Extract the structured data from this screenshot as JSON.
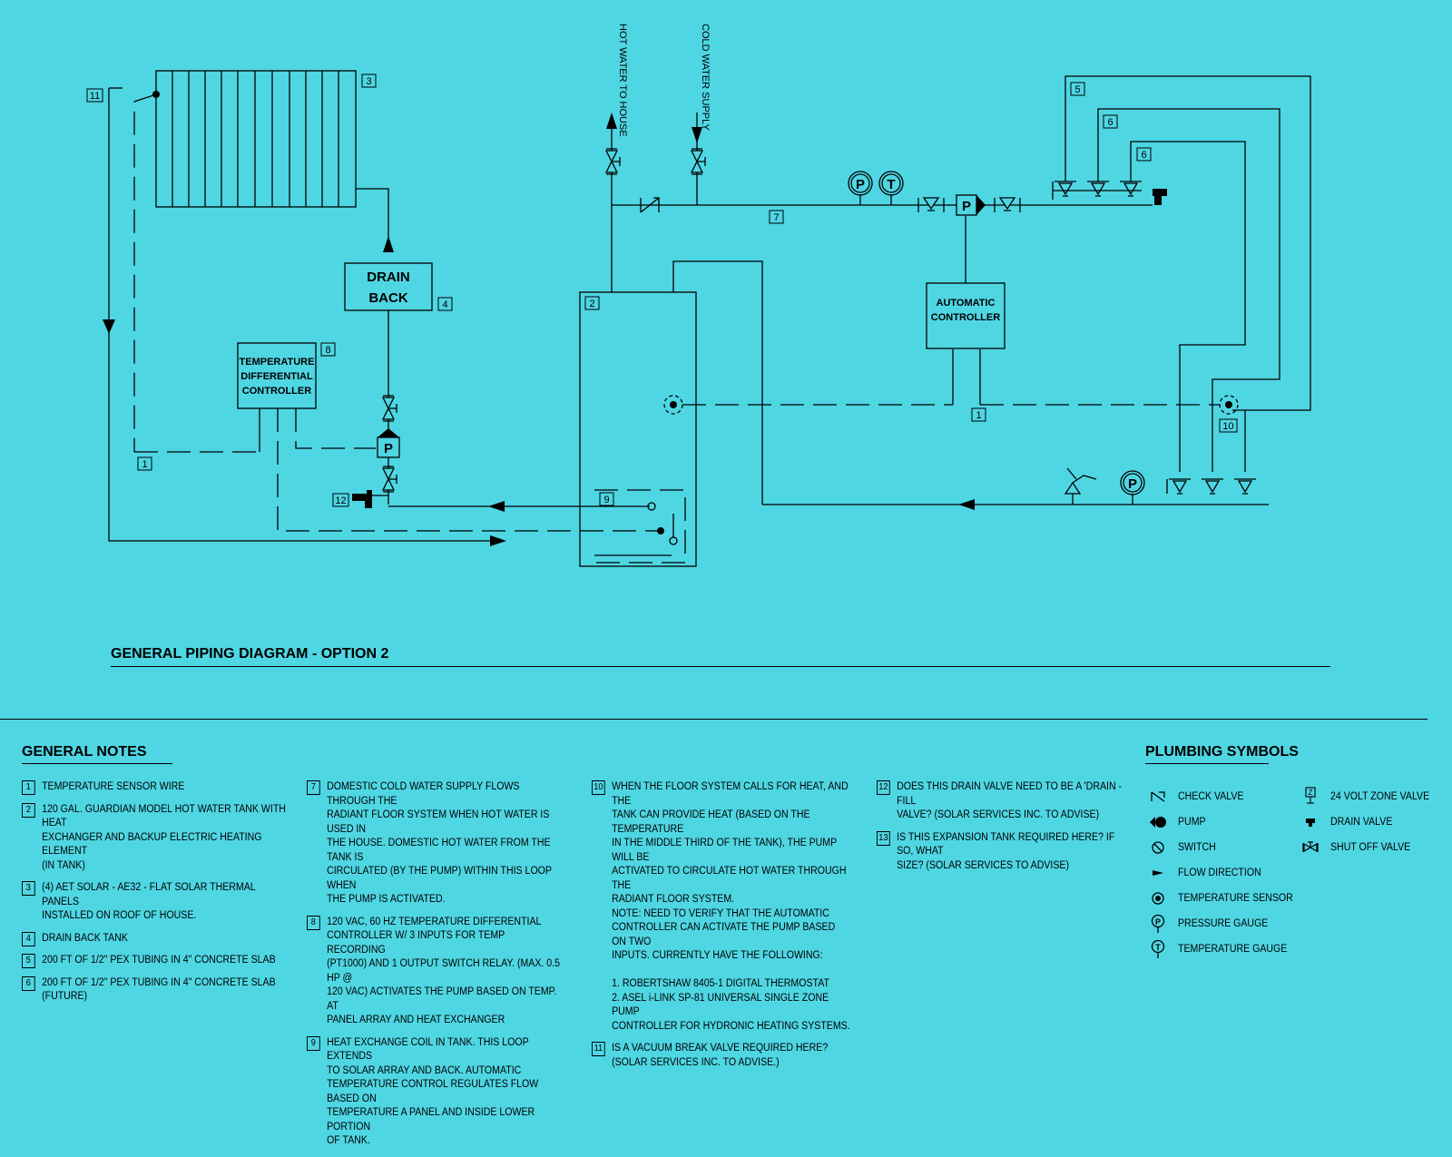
{
  "diagram": {
    "title": "GENERAL PIPING DIAGRAM - OPTION 2",
    "labels": {
      "hot_water": "HOT WATER TO HOUSE",
      "cold_water": "COLD WATER SUPPLY",
      "drain_back_1": "DRAIN",
      "drain_back_2": "BACK",
      "tdc_1": "TEMPERATURE",
      "tdc_2": "DIFFERENTIAL",
      "tdc_3": "CONTROLLER",
      "auto_1": "AUTOMATIC",
      "auto_2": "CONTROLLER",
      "p": "P",
      "t": "T"
    },
    "tags": {
      "t1a": "1",
      "t1b": "1",
      "t2": "2",
      "t3": "3",
      "t4": "4",
      "t5": "5",
      "t6a": "6",
      "t6b": "6",
      "t7": "7",
      "t8": "8",
      "t9": "9",
      "t10": "10",
      "t11": "11",
      "t12": "12"
    }
  },
  "general_notes": {
    "heading": "GENERAL NOTES",
    "items": [
      {
        "num": "1",
        "text": "TEMPERATURE SENSOR WIRE"
      },
      {
        "num": "2",
        "text": "120 GAL. GUARDIAN MODEL HOT WATER TANK WITH HEAT\nEXCHANGER AND BACKUP ELECTRIC HEATING ELEMENT\n(IN TANK)"
      },
      {
        "num": "3",
        "text": "(4) AET SOLAR - AE32 - FLAT SOLAR THERMAL PANELS\nINSTALLED ON ROOF OF HOUSE."
      },
      {
        "num": "4",
        "text": "DRAIN BACK TANK"
      },
      {
        "num": "5",
        "text": "200 FT OF 1/2\" PEX TUBING IN 4\" CONCRETE SLAB"
      },
      {
        "num": "6",
        "text": "200 FT OF 1/2\" PEX TUBING IN 4\" CONCRETE SLAB\n(FUTURE)"
      },
      {
        "num": "7",
        "text": "DOMESTIC COLD WATER SUPPLY FLOWS THROUGH THE\nRADIANT FLOOR SYSTEM WHEN HOT WATER IS USED IN\nTHE HOUSE.  DOMESTIC HOT WATER FROM THE TANK IS\nCIRCULATED (BY THE PUMP) WITHIN THIS LOOP WHEN\nTHE PUMP IS ACTIVATED."
      },
      {
        "num": "8",
        "text": "120 VAC, 60 HZ TEMPERATURE DIFFERENTIAL\nCONTROLLER W/ 3 INPUTS FOR TEMP RECORDING\n(PT1000) AND 1 OUTPUT SWITCH RELAY.  (MAX. 0.5 HP @\n120 VAC)  ACTIVATES THE PUMP BASED ON TEMP. AT\nPANEL ARRAY AND HEAT EXCHANGER"
      },
      {
        "num": "9",
        "text": "HEAT EXCHANGE COIL IN TANK.  THIS LOOP EXTENDS\nTO SOLAR ARRAY AND BACK.  AUTOMATIC\nTEMPERATURE CONTROL REGULATES FLOW BASED ON\nTEMPERATURE A PANEL AND INSIDE LOWER PORTION\nOF TANK."
      },
      {
        "num": "10",
        "text": "WHEN THE FLOOR SYSTEM CALLS FOR HEAT, AND THE\nTANK CAN PROVIDE HEAT (BASED ON THE TEMPERATURE\nIN THE MIDDLE THIRD OF THE TANK), THE PUMP WILL BE\nACTIVATED TO CIRCULATE HOT WATER THROUGH THE\nRADIANT FLOOR SYSTEM.\nNOTE:  NEED TO VERIFY THAT THE AUTOMATIC\nCONTROLLER  CAN ACTIVATE THE PUMP BASED ON TWO\nINPUTS.  CURRENTLY HAVE THE FOLLOWING:\n\n1. ROBERTSHAW 8405-1 DIGITAL THERMOSTAT\n2. ASEL i-LINK SP-81 UNIVERSAL SINGLE ZONE PUMP\nCONTROLLER FOR HYDRONIC HEATING SYSTEMS."
      },
      {
        "num": "11",
        "text": "IS A VACUUM BREAK VALVE REQUIRED HERE?\n(SOLAR SERVICES INC.  TO ADVISE.)"
      },
      {
        "num": "12",
        "text": "DOES THIS DRAIN VALVE NEED TO BE A 'DRAIN - FILL\nVALVE? (SOLAR SERVICES INC. TO ADVISE)"
      },
      {
        "num": "13",
        "text": "IS THIS EXPANSION TANK REQUIRED HERE?  IF SO, WHAT\nSIZE?  (SOLAR SERVICES TO ADVISE)"
      }
    ]
  },
  "plumbing_symbols": {
    "heading": "PLUMBING SYMBOLS",
    "items": [
      {
        "label": "CHECK VALVE",
        "icon": "check-valve-icon"
      },
      {
        "label": "PUMP",
        "icon": "pump-icon"
      },
      {
        "label": "SWITCH",
        "icon": "switch-icon"
      },
      {
        "label": "FLOW DIRECTION",
        "icon": "flow-direction-icon"
      },
      {
        "label": "TEMPERATURE SENSOR",
        "icon": "temperature-sensor-icon"
      },
      {
        "label": "PRESSURE GAUGE",
        "icon": "pressure-gauge-icon"
      },
      {
        "label": "TEMPERATURE GAUGE",
        "icon": "temperature-gauge-icon"
      },
      {
        "label": "24 VOLT ZONE VALVE",
        "icon": "zone-valve-icon"
      },
      {
        "label": "DRAIN VALVE",
        "icon": "drain-valve-icon"
      },
      {
        "label": "SHUT OFF VALVE",
        "icon": "shut-off-valve-icon"
      }
    ]
  },
  "colors": {
    "background": "#4fd6e3",
    "ink": "#000000"
  }
}
